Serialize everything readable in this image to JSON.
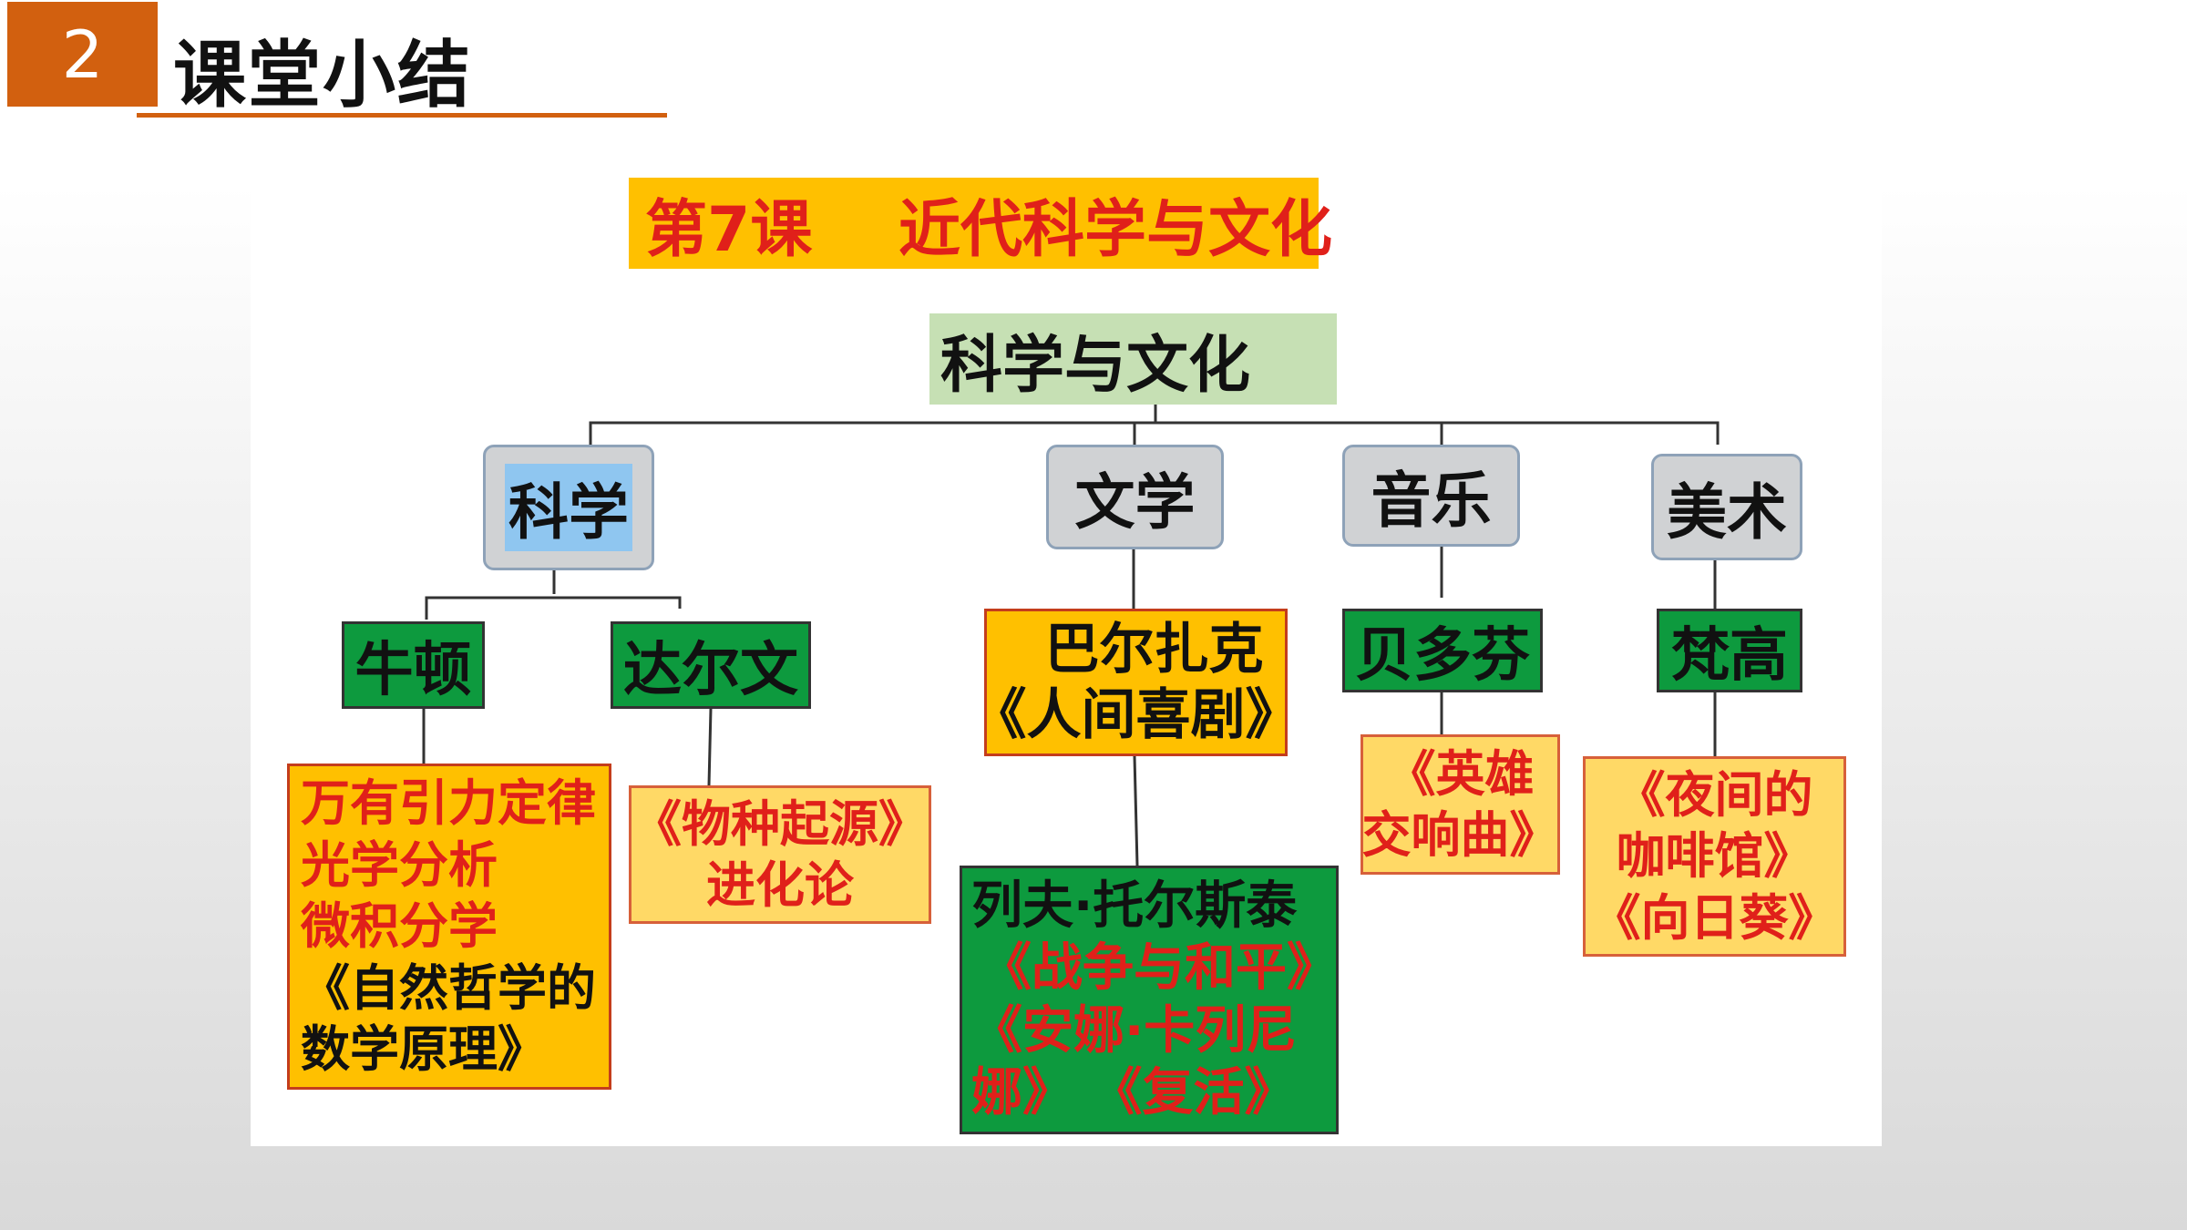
{
  "header": {
    "section_number": "2",
    "title": "课堂小结"
  },
  "diagram": {
    "lesson_title": "第7课    近代科学与文化",
    "root": "科学与文化",
    "categories": {
      "science": "科学",
      "literature": "文学",
      "music": "音乐",
      "art": "美术"
    },
    "people": {
      "newton": "牛顿",
      "darwin": "达尔文",
      "balzac": "巴尔扎克",
      "tolstoy": "列夫·托尔斯泰",
      "beethoven": "贝多芬",
      "vangogh": "梵高"
    },
    "works": {
      "newton": [
        "万有引力定律",
        "光学分析",
        "微积分学",
        "《自然哲学的",
        "数学原理》"
      ],
      "darwin": [
        "《物种起源》",
        "进化论"
      ],
      "balzac": "《人间喜剧》",
      "tolstoy": [
        "《战争与和平》",
        "《安娜·卡列尼",
        "娜》 《复活》"
      ],
      "beethoven": [
        "《英雄",
        "交响曲》"
      ],
      "vangogh": [
        "《夜间的",
        "咖啡馆》",
        "《向日葵》"
      ]
    }
  },
  "colors": {
    "accent_orange": "#d2600f",
    "title_yellow": "#ffc000",
    "title_red": "#e0201a",
    "root_green": "#c6e0b4",
    "person_green": "#0d9a3e",
    "category_gray": "#d0d2d4",
    "work_light_yellow": "#ffd966"
  }
}
